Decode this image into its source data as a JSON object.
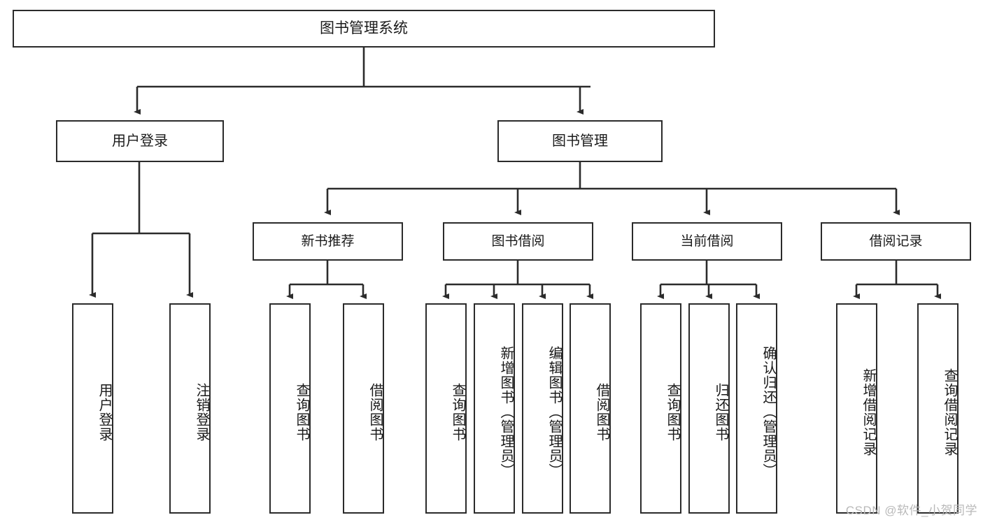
{
  "diagram": {
    "title": "图书管理系统",
    "type": "tree-hierarchy",
    "root": {
      "label": "图书管理系统"
    },
    "level2": [
      {
        "id": "user-login",
        "label": "用户登录"
      },
      {
        "id": "book-manage",
        "label": "图书管理"
      }
    ],
    "level3": [
      {
        "id": "new-book-recommend",
        "label": "新书推荐",
        "parent": "book-manage"
      },
      {
        "id": "book-borrow",
        "label": "图书借阅",
        "parent": "book-manage"
      },
      {
        "id": "current-borrow",
        "label": "当前借阅",
        "parent": "book-manage"
      },
      {
        "id": "borrow-record",
        "label": "借阅记录",
        "parent": "book-manage"
      }
    ],
    "leaves": [
      {
        "id": "leaf-user-login",
        "label": "用户登录",
        "parent": "user-login"
      },
      {
        "id": "leaf-user-logout",
        "label": "注销登录",
        "parent": "user-login"
      },
      {
        "id": "leaf-query-book-1",
        "label": "查询图书",
        "parent": "new-book-recommend"
      },
      {
        "id": "leaf-borrow-book-1",
        "label": "借阅图书",
        "parent": "new-book-recommend"
      },
      {
        "id": "leaf-query-book-2",
        "label": "查询图书",
        "parent": "book-borrow"
      },
      {
        "id": "leaf-add-book",
        "label": "新增图书（管理员）",
        "parent": "book-borrow"
      },
      {
        "id": "leaf-edit-book",
        "label": "编辑图书（管理员）",
        "parent": "book-borrow"
      },
      {
        "id": "leaf-borrow-book-2",
        "label": "借阅图书",
        "parent": "book-borrow"
      },
      {
        "id": "leaf-query-book-3",
        "label": "查询图书",
        "parent": "current-borrow"
      },
      {
        "id": "leaf-return-book",
        "label": "归还图书",
        "parent": "current-borrow"
      },
      {
        "id": "leaf-confirm-return",
        "label": "确认归还（管理员）",
        "parent": "current-borrow"
      },
      {
        "id": "leaf-add-record",
        "label": "新增借阅记录",
        "parent": "borrow-record"
      },
      {
        "id": "leaf-query-record",
        "label": "查询借阅记录",
        "parent": "borrow-record"
      }
    ]
  },
  "watermark": {
    "text": "CSDN @软件_小贺同学"
  },
  "colors": {
    "stroke": "#2b2b2b",
    "background": "#ffffff",
    "text": "#1a1a1a",
    "watermark": "#b9b9b9"
  }
}
